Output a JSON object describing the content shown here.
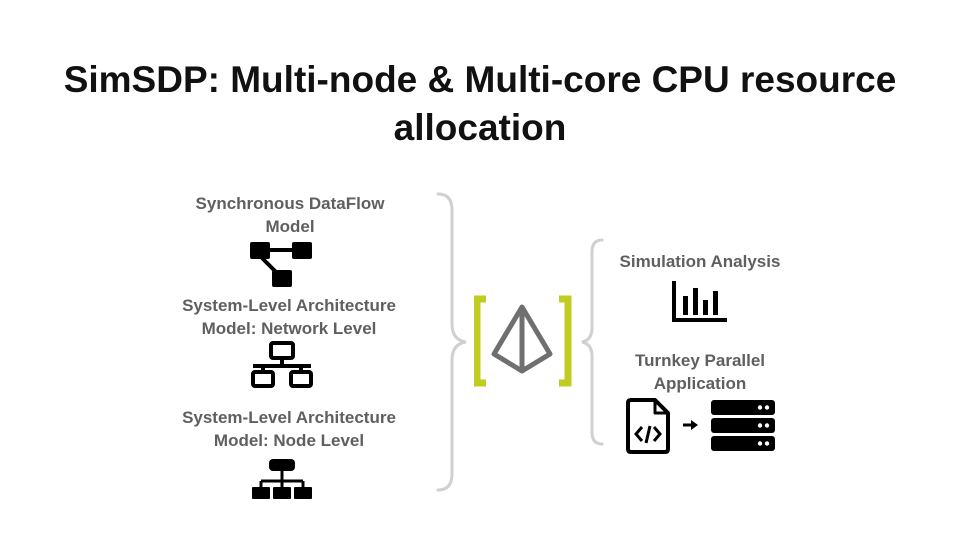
{
  "slide": {
    "title": "SimSDP: Multi-node & Multi-core CPU resource allocation"
  },
  "inputs": [
    {
      "label": "Synchronous DataFlow Model",
      "icon": "dataflow-diagram-icon"
    },
    {
      "label": "System-Level Architecture Model: Network Level",
      "icon": "network-icon"
    },
    {
      "label": "System-Level Architecture Model: Node Level",
      "icon": "hierarchy-icon"
    }
  ],
  "center": {
    "icon": "simsdp-logo",
    "accent_color": "#c0cc22",
    "logo_gray": "#6f6f6f"
  },
  "outputs": [
    {
      "label": "Simulation Analysis",
      "icon": "bar-chart-icon"
    },
    {
      "label": "Turnkey Parallel Application",
      "icon": "code-file-to-server-icon"
    }
  ],
  "colors": {
    "label": "#5f5f5f",
    "brace": "#d0d0d0",
    "title": "#111111"
  }
}
